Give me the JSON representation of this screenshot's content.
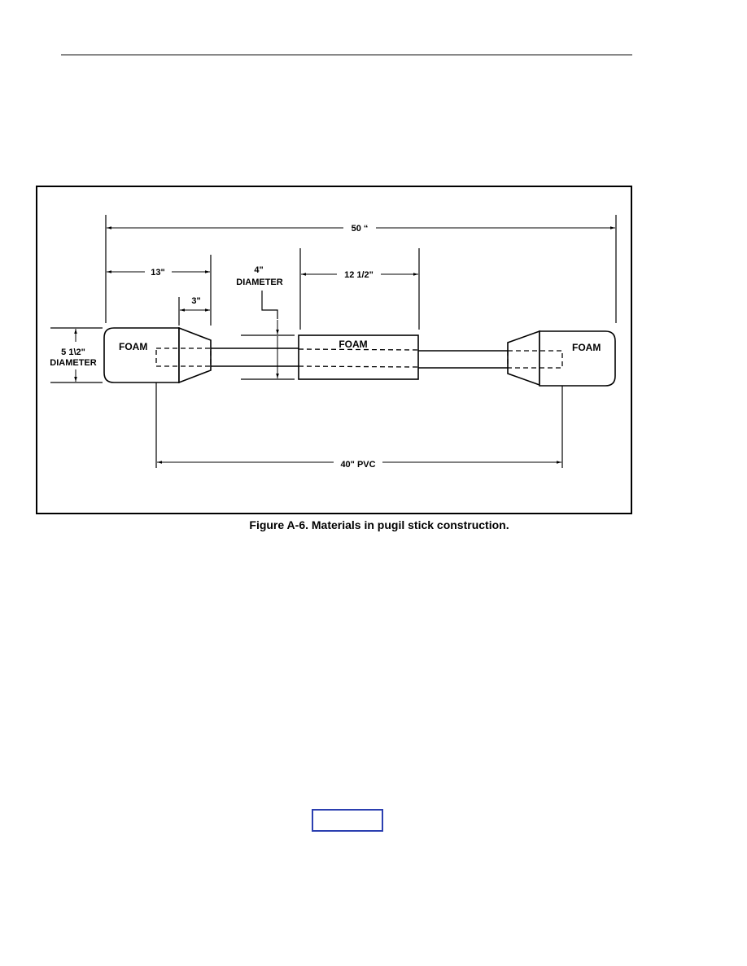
{
  "figure": {
    "caption": "Figure A-6.  Materials in pugil stick construction.",
    "dimensions": {
      "overall_length": "50 “",
      "end_pad_length": "13\"",
      "taper_length": "3\"",
      "center_pad_length": "12 1/2\"",
      "center_diameter_value": "4\"",
      "center_diameter_word": "DIAMETER",
      "end_diameter_value": "5 1\\2\"",
      "end_diameter_word": "DIAMETER",
      "pvc_length": "40\" PVC"
    },
    "labels": {
      "left_foam": "FOAM",
      "center_foam": "FOAM",
      "right_foam": "FOAM"
    }
  },
  "colors": {
    "ink": "#000000",
    "page_box_border": "#2b3fb0"
  }
}
